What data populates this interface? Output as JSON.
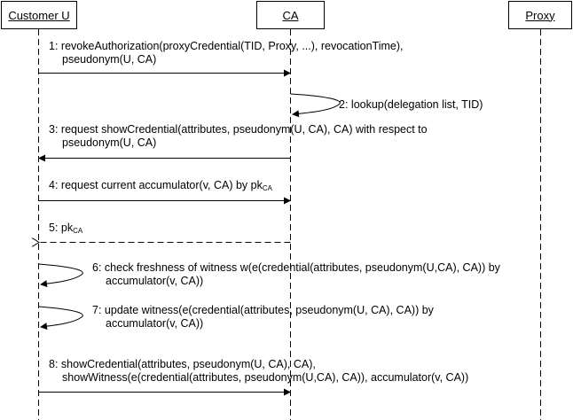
{
  "actors": [
    {
      "id": "customer",
      "label": "Customer U"
    },
    {
      "id": "ca",
      "label": "CA"
    },
    {
      "id": "proxy",
      "label": "Proxy"
    }
  ],
  "messages": [
    {
      "num": "1:",
      "from": "customer",
      "to": "ca",
      "style": "solid",
      "line1": "revokeAuthorization(proxyCredential(TID, Proxy, ...), revocationTime),",
      "line2": "pseudonym(U, CA)"
    },
    {
      "num": "2:",
      "from": "ca",
      "to": "ca",
      "style": "self",
      "line1": "lookup(delegation list, TID)"
    },
    {
      "num": "3:",
      "from": "ca",
      "to": "customer",
      "style": "solid",
      "line1": "request showCredential(attributes, pseudonym(U, CA), CA) with respect to",
      "line2": "pseudonym(U, CA)"
    },
    {
      "num": "4:",
      "from": "customer",
      "to": "ca",
      "style": "solid",
      "line1": "request current accumulator(v, CA) by pk",
      "sub1": "CA"
    },
    {
      "num": "5:",
      "from": "ca",
      "to": "customer",
      "style": "dashed",
      "line1": "pk",
      "sub1": "CA"
    },
    {
      "num": "6:",
      "from": "customer",
      "to": "customer",
      "style": "self",
      "line1": "check freshness of witness w(e(credential(attributes, pseudonym(U,CA), CA)) by",
      "line2": "accumulator(v, CA))"
    },
    {
      "num": "7:",
      "from": "customer",
      "to": "customer",
      "style": "self",
      "line1": "update witness(e(credential(attributes, pseudonym(U, CA), CA)) by",
      "line2": "accumulator(v, CA))"
    },
    {
      "num": "8:",
      "from": "customer",
      "to": "ca",
      "style": "solid",
      "line1": "showCredential(attributes, pseudonym(U, CA), CA),",
      "line2": "showWitness(e(credential(attributes, pseudonym(U,CA), CA)), accumulator(v, CA))"
    }
  ]
}
